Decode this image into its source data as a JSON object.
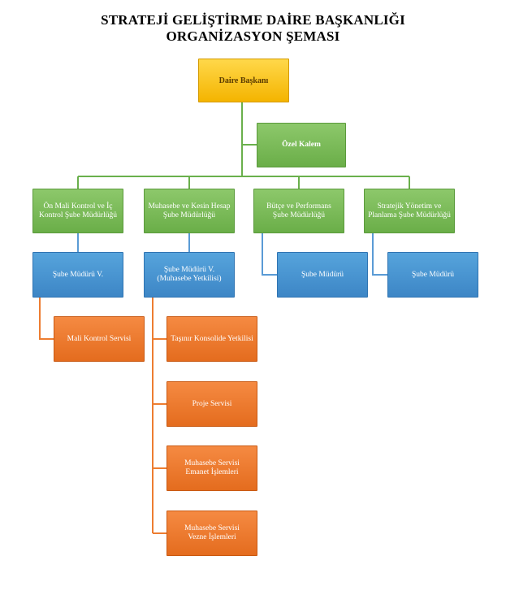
{
  "title": {
    "line1": "STRATEJİ GELİŞTİRME DAİRE BAŞKANLIĞI",
    "line2": "ORGANİZASYON ŞEMASI"
  },
  "nodes": {
    "head": "Daire Başkanı",
    "ozel_kalem": "Özel Kalem",
    "dept1": "Ön Mali Kontrol ve İç\nKontrol Şube Müdürlüğü",
    "dept2": "Muhasebe ve Kesin Hesap\nŞube Müdürlüğü",
    "dept3": "Bütçe ve Performans\nŞube Müdürlüğü",
    "dept4": "Stratejik Yönetim ve\nPlanlama Şube Müdürlüğü",
    "sub1": "Şube Müdürü V.",
    "sub2": "Şube Müdürü V.\n(Muhasebe Yetkilisi)",
    "sub3": "Şube Müdürü",
    "sub4": "Şube Müdürü",
    "svc_mali": "Mali Kontrol Servisi",
    "svc_tasinir": "Taşınır Konsolide Yetkilisi",
    "svc_proje": "Proje Servisi",
    "svc_emanet": "Muhasebe Servisi\nEmanet İşlemleri",
    "svc_vezne": "Muhasebe Servisi\nVezne İşlemleri"
  },
  "colors": {
    "head": "#f4b400",
    "department": "#6aae48",
    "manager": "#3d86c6",
    "service": "#e46c1e",
    "connector_green": "#6ab04c",
    "connector_blue": "#5a9bd5",
    "connector_orange": "#ed7d31"
  }
}
